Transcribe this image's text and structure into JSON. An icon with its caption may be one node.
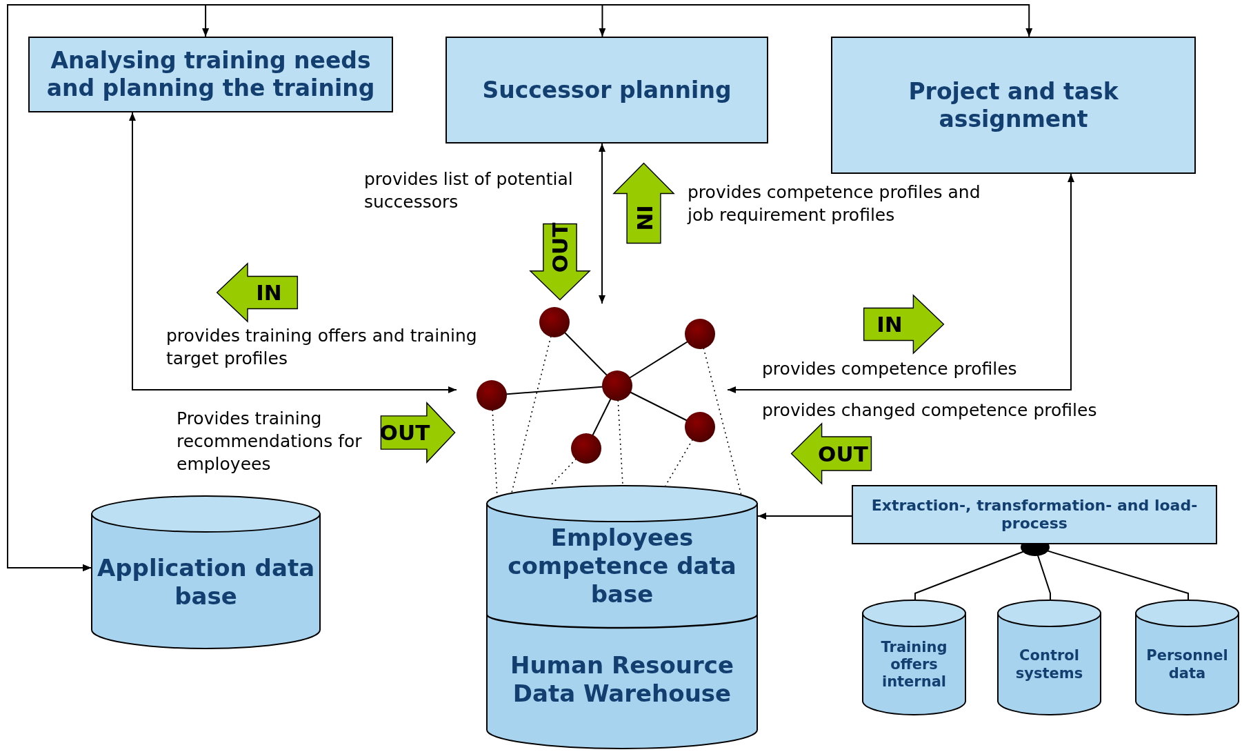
{
  "diagram": {
    "nodes": [
      {
        "text": [
          "Analysing training needs and planning the training"
        ]
      },
      {
        "text": [
          "Successor planning"
        ]
      },
      {
        "text": [
          "Project and task assignment"
        ]
      },
      {
        "text": [],
        "shape": "network"
      },
      {
        "text": [
          "Application data base"
        ]
      },
      {
        "text": [
          "Employees competence data base",
          "Human Resource Data Warehouse"
        ]
      },
      {
        "text": [
          "Extraction-, transformation- and load-process"
        ]
      },
      {
        "text": [
          "Training offers internal"
        ]
      },
      {
        "text": [
          "Control systems"
        ]
      },
      {
        "text": [
          "Personnel data"
        ]
      }
    ],
    "edges": [
      {
        "from": 4,
        "to": 0,
        "arrow": "both"
      },
      {
        "from": 4,
        "to": 1,
        "arrow": "both"
      },
      {
        "from": 4,
        "to": 2,
        "arrow": "both"
      },
      {
        "from": 0,
        "to": 3,
        "arrow": "both"
      },
      {
        "from": 1,
        "to": 3,
        "arrow": "both"
      },
      {
        "from": 2,
        "to": 3,
        "arrow": "both"
      },
      {
        "from": 6,
        "to": 5,
        "arrow": "to"
      },
      {
        "from": 6,
        "to": 7,
        "arrow": "none"
      },
      {
        "from": 6,
        "to": 8,
        "arrow": "none"
      },
      {
        "from": 6,
        "to": 9,
        "arrow": "none"
      },
      {
        "from": 3,
        "to": 5,
        "arrow": "none",
        "style": "dashed"
      },
      {
        "from": 3,
        "to": 5,
        "arrow": "none",
        "style": "dashed"
      },
      {
        "from": 3,
        "to": 5,
        "arrow": "none",
        "style": "dashed"
      },
      {
        "from": 3,
        "to": 5,
        "arrow": "none",
        "style": "dashed"
      },
      {
        "from": 3,
        "to": 5,
        "arrow": "none",
        "style": "dashed"
      },
      {
        "from": 3,
        "to": 5,
        "arrow": "none",
        "style": "dashed"
      }
    ],
    "labels": [
      "provides list of potential successors",
      "OUT",
      "IN",
      "provides competence profiles and job requirement profiles",
      "IN",
      "provides training offers and training target profiles",
      "IN",
      "provides competence profiles",
      "Provides training recommendations for employees",
      "OUT",
      "provides changed competence profiles",
      "OUT"
    ]
  }
}
